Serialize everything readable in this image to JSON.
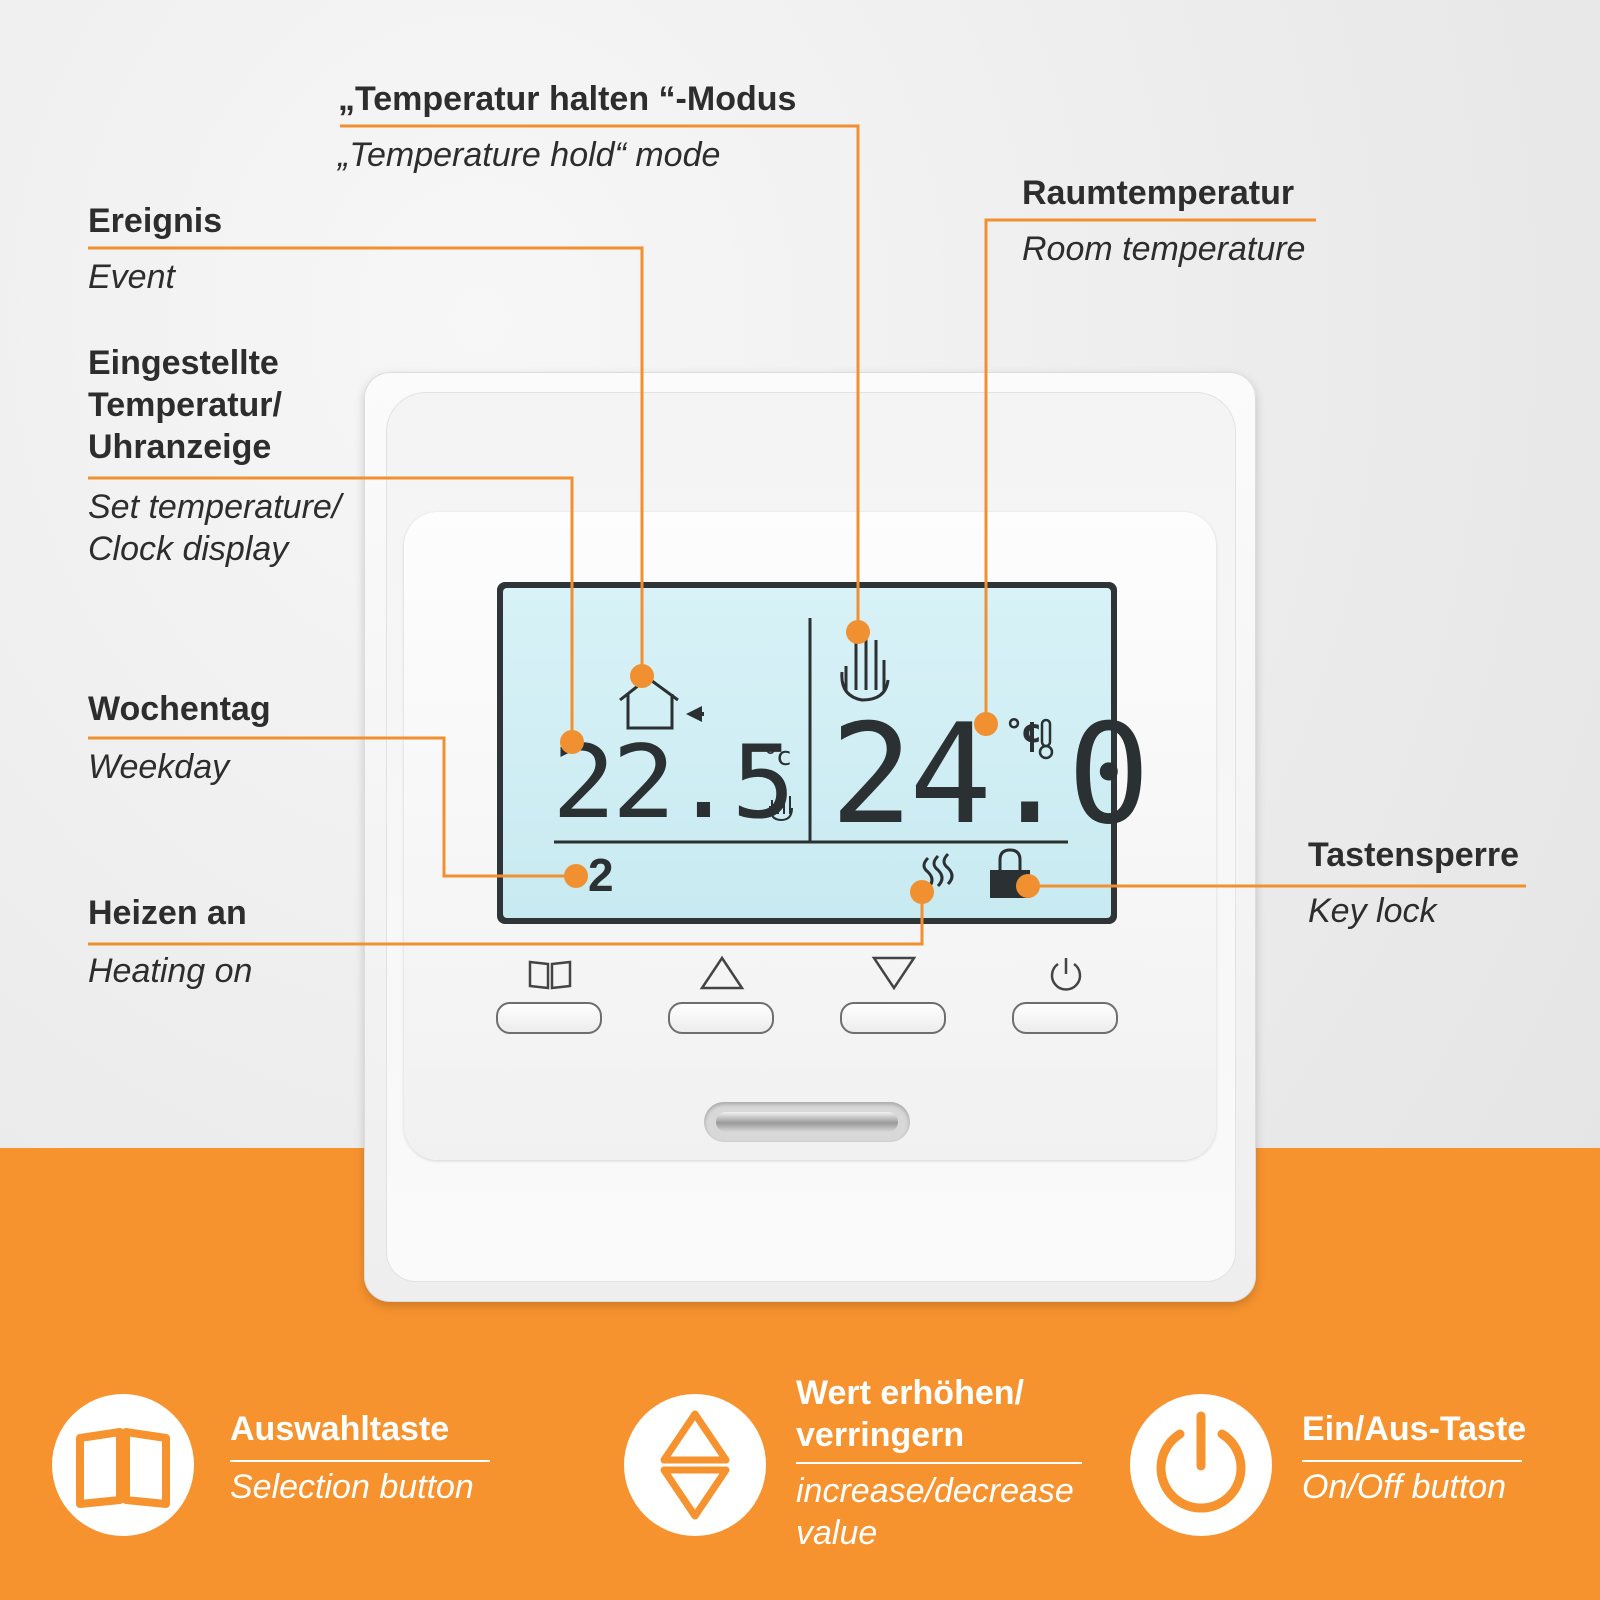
{
  "colors": {
    "accent": "#f09030",
    "lcd": "#cdeef4",
    "lcd_ink": "#2b3032",
    "text": "#2d2d2d",
    "legend_text": "#ffffff"
  },
  "display": {
    "set_temperature": "22.5",
    "room_temperature": "24.0",
    "weekday": "2",
    "unit_small": "°c",
    "unit_big": "°c",
    "icons": [
      "house-arrow-icon",
      "hand-hold-icon",
      "thermometer-icon",
      "heating-waves-icon",
      "lock-icon"
    ]
  },
  "device_buttons": [
    {
      "name": "selection",
      "icon": "book-icon"
    },
    {
      "name": "increase",
      "icon": "triangle-up-icon"
    },
    {
      "name": "decrease",
      "icon": "triangle-down-icon"
    },
    {
      "name": "power",
      "icon": "power-icon"
    }
  ],
  "callouts": {
    "hold_mode": {
      "de": "„Temperatur halten “-Modus",
      "en": "„Temperature hold“ mode"
    },
    "event": {
      "de": "Ereignis",
      "en": "Event"
    },
    "room_temperature": {
      "de": "Raumtemperatur",
      "en": "Room temperature"
    },
    "set_temperature": {
      "de_lines": [
        "Eingestellte",
        "Temperatur/",
        "Uhranzeige"
      ],
      "en_lines": [
        "Set temperature/",
        "Clock display"
      ]
    },
    "weekday": {
      "de": "Wochentag",
      "en": "Weekday"
    },
    "key_lock": {
      "de": "Tastensperre",
      "en": "Key lock"
    },
    "heating_on": {
      "de": "Heizen an",
      "en": "Heating on"
    }
  },
  "legend": [
    {
      "icon": "book-icon",
      "de_lines": [
        "Auswahltaste"
      ],
      "en_lines": [
        "Selection button"
      ]
    },
    {
      "icon": "up-down-triangles-icon",
      "de_lines": [
        "Wert erhöhen/",
        "verringern"
      ],
      "en_lines": [
        "increase/decrease",
        "value"
      ]
    },
    {
      "icon": "power-icon",
      "de_lines": [
        "Ein/Aus-Taste"
      ],
      "en_lines": [
        "On/Off button"
      ]
    }
  ]
}
